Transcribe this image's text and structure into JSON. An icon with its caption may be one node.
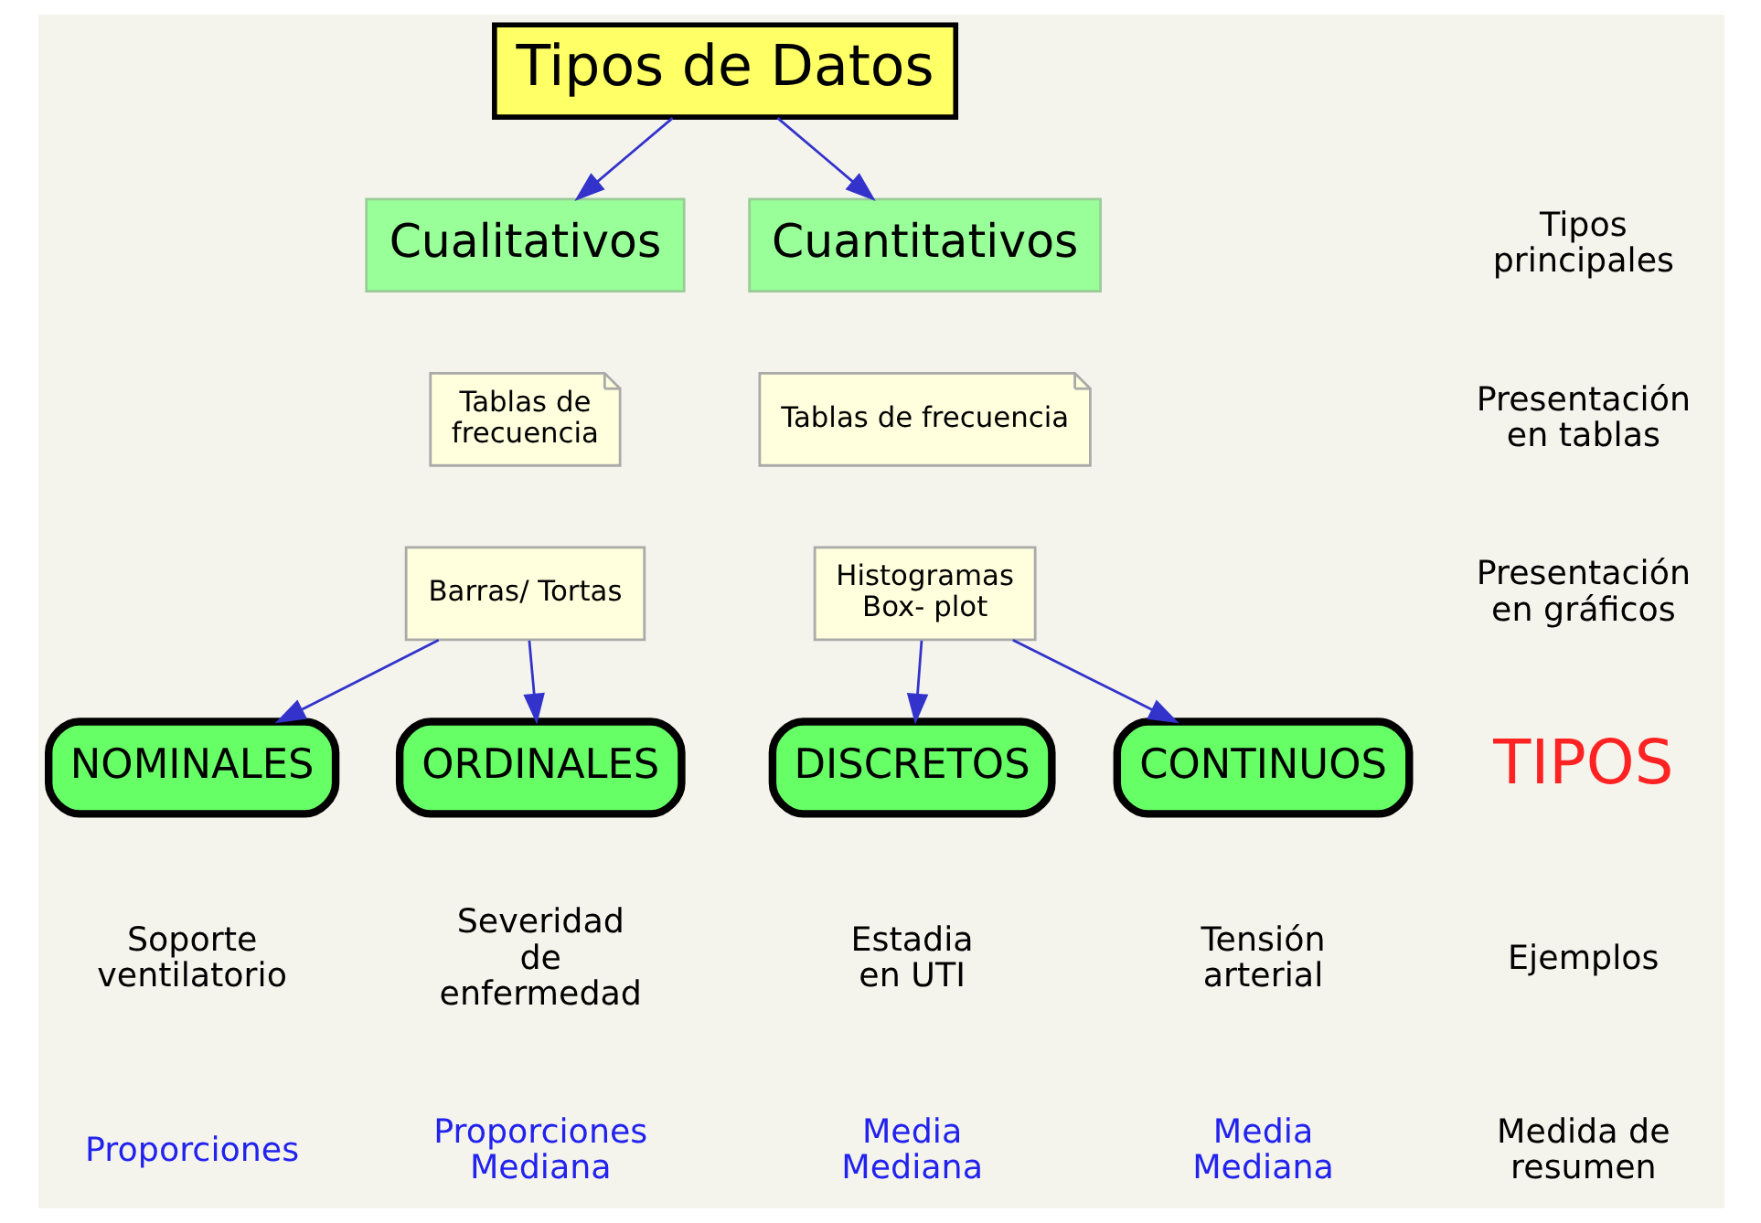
{
  "diagram": {
    "nodes": [
      {
        "text": [
          "Tipos de Datos"
        ]
      },
      {
        "text": [
          "Cualitativos"
        ]
      },
      {
        "text": [
          "Cuantitativos"
        ]
      },
      {
        "text": [
          "Tablas de frecuencia"
        ]
      },
      {
        "text": [
          "Tablas de frecuencia"
        ]
      },
      {
        "text": [
          "Barras/ Tortas"
        ]
      },
      {
        "text": [
          "Histogramas Box- plot"
        ]
      },
      {
        "text": [
          "NOMINALES"
        ]
      },
      {
        "text": [
          "ORDINALES"
        ]
      },
      {
        "text": [
          "DISCRETOS"
        ]
      },
      {
        "text": [
          "CONTINUOS"
        ]
      }
    ],
    "edges": [
      {
        "from": 0,
        "to": 1,
        "arrow": "to"
      },
      {
        "from": 0,
        "to": 2,
        "arrow": "to"
      },
      {
        "from": 5,
        "to": 7,
        "arrow": "to"
      },
      {
        "from": 5,
        "to": 8,
        "arrow": "to"
      },
      {
        "from": 6,
        "to": 9,
        "arrow": "to"
      },
      {
        "from": 6,
        "to": 10,
        "arrow": "to"
      }
    ],
    "labels": [
      "Tipos principales",
      "Presentación en tablas",
      "Presentación en gráficos",
      "TIPOS",
      "Ejemplos",
      "Soporte ventilatorio",
      "Severidad de enfermedad",
      "Estadia en UTI",
      "Tensión arterial",
      "Medida de resumen",
      "Proporciones",
      "Proporciones Mediana",
      "Media Mediana",
      "Media Mediana"
    ]
  }
}
